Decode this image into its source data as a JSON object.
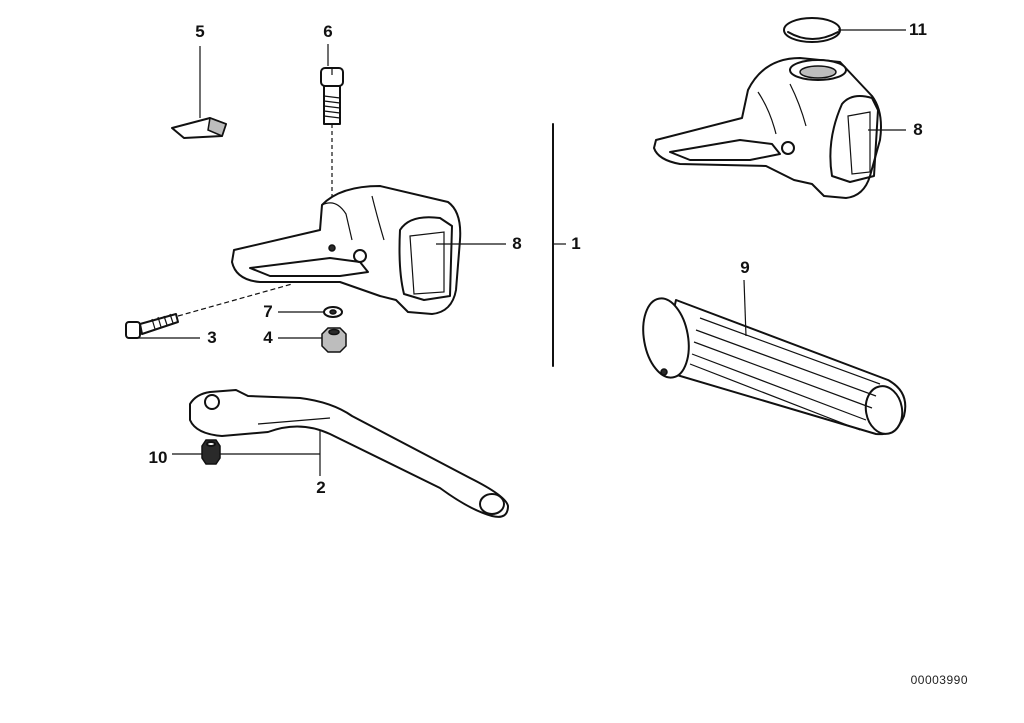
{
  "callouts": {
    "c1": "1",
    "c2": "2",
    "c3": "3",
    "c4": "4",
    "c5": "5",
    "c6": "6",
    "c7": "7",
    "c8a": "8",
    "c8b": "8",
    "c9": "9",
    "c10": "10",
    "c11": "11"
  },
  "reference_number": "00003990"
}
